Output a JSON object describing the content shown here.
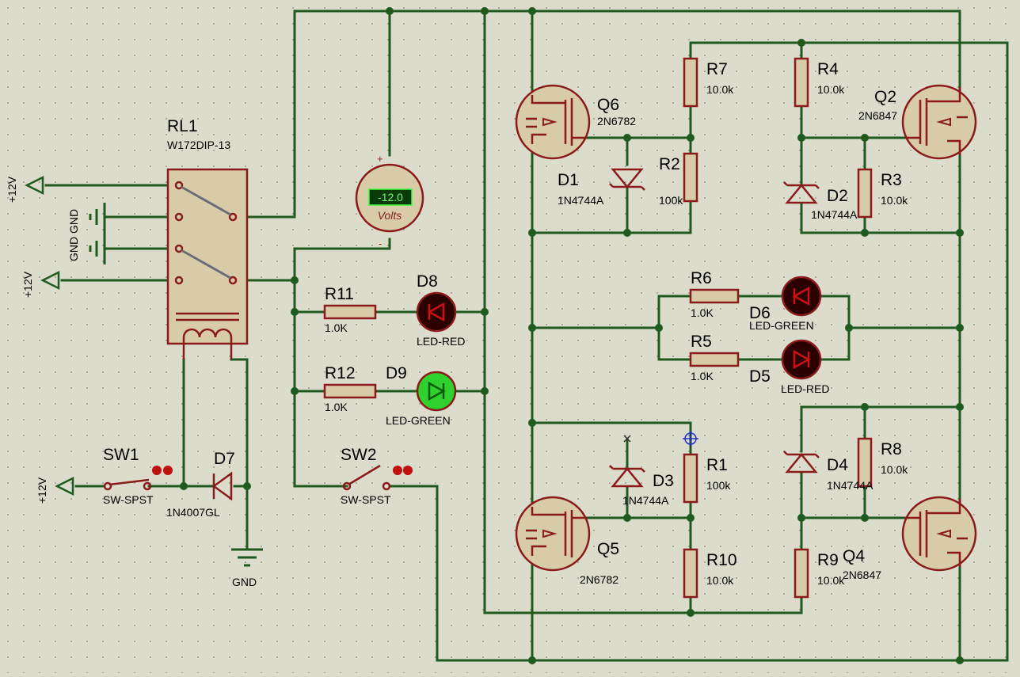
{
  "components": {
    "RL1": {
      "ref": "RL1",
      "value": "W172DIP-13"
    },
    "SW1": {
      "ref": "SW1",
      "value": "SW-SPST"
    },
    "SW2": {
      "ref": "SW2",
      "value": "SW-SPST"
    },
    "D7": {
      "ref": "D7",
      "value": "1N4007GL"
    },
    "D8": {
      "ref": "D8",
      "value": "LED-RED"
    },
    "D9": {
      "ref": "D9",
      "value": "LED-GREEN"
    },
    "R11": {
      "ref": "R11",
      "value": "1.0K"
    },
    "R12": {
      "ref": "R12",
      "value": "1.0K"
    },
    "Q6": {
      "ref": "Q6",
      "value": "2N6782"
    },
    "Q2": {
      "ref": "Q2",
      "value": "2N6847"
    },
    "Q5": {
      "ref": "Q5",
      "value": "2N6782"
    },
    "Q4": {
      "ref": "Q4",
      "value": "2N6847"
    },
    "R7": {
      "ref": "R7",
      "value": "10.0k"
    },
    "R4": {
      "ref": "R4",
      "value": "10.0k"
    },
    "R2": {
      "ref": "R2",
      "value": "100k"
    },
    "R3": {
      "ref": "R3",
      "value": "10.0k"
    },
    "D1": {
      "ref": "D1",
      "value": "1N4744A"
    },
    "D2": {
      "ref": "D2",
      "value": "1N4744A"
    },
    "R6": {
      "ref": "R6",
      "value": "1.0K"
    },
    "R5": {
      "ref": "R5",
      "value": "1.0K"
    },
    "D6": {
      "ref": "D6",
      "value": "LED-GREEN"
    },
    "D5": {
      "ref": "D5",
      "value": "LED-RED"
    },
    "R1": {
      "ref": "R1",
      "value": "100k"
    },
    "D3": {
      "ref": "D3",
      "value": "1N4744A"
    },
    "R8": {
      "ref": "R8",
      "value": "10.0k"
    },
    "D4": {
      "ref": "D4",
      "value": "1N4744A"
    },
    "R10": {
      "ref": "R10",
      "value": "10.0k"
    },
    "R9": {
      "ref": "R9",
      "value": "10.0k"
    }
  },
  "terminals": {
    "power1": "+12V",
    "power2": "+12V",
    "power3": "+12V",
    "gnd_left": "GND GND",
    "gnd_bottom": "GND"
  },
  "voltmeter": {
    "reading": "-12.0",
    "unit": "Volts",
    "plus": "+",
    "minus": "-"
  },
  "colors": {
    "wire": "#1f5a1f",
    "component": "#8b1a1a",
    "background": "#dcdccc",
    "led_red_on": "#2a0000",
    "led_green_on": "#2ed12e"
  }
}
